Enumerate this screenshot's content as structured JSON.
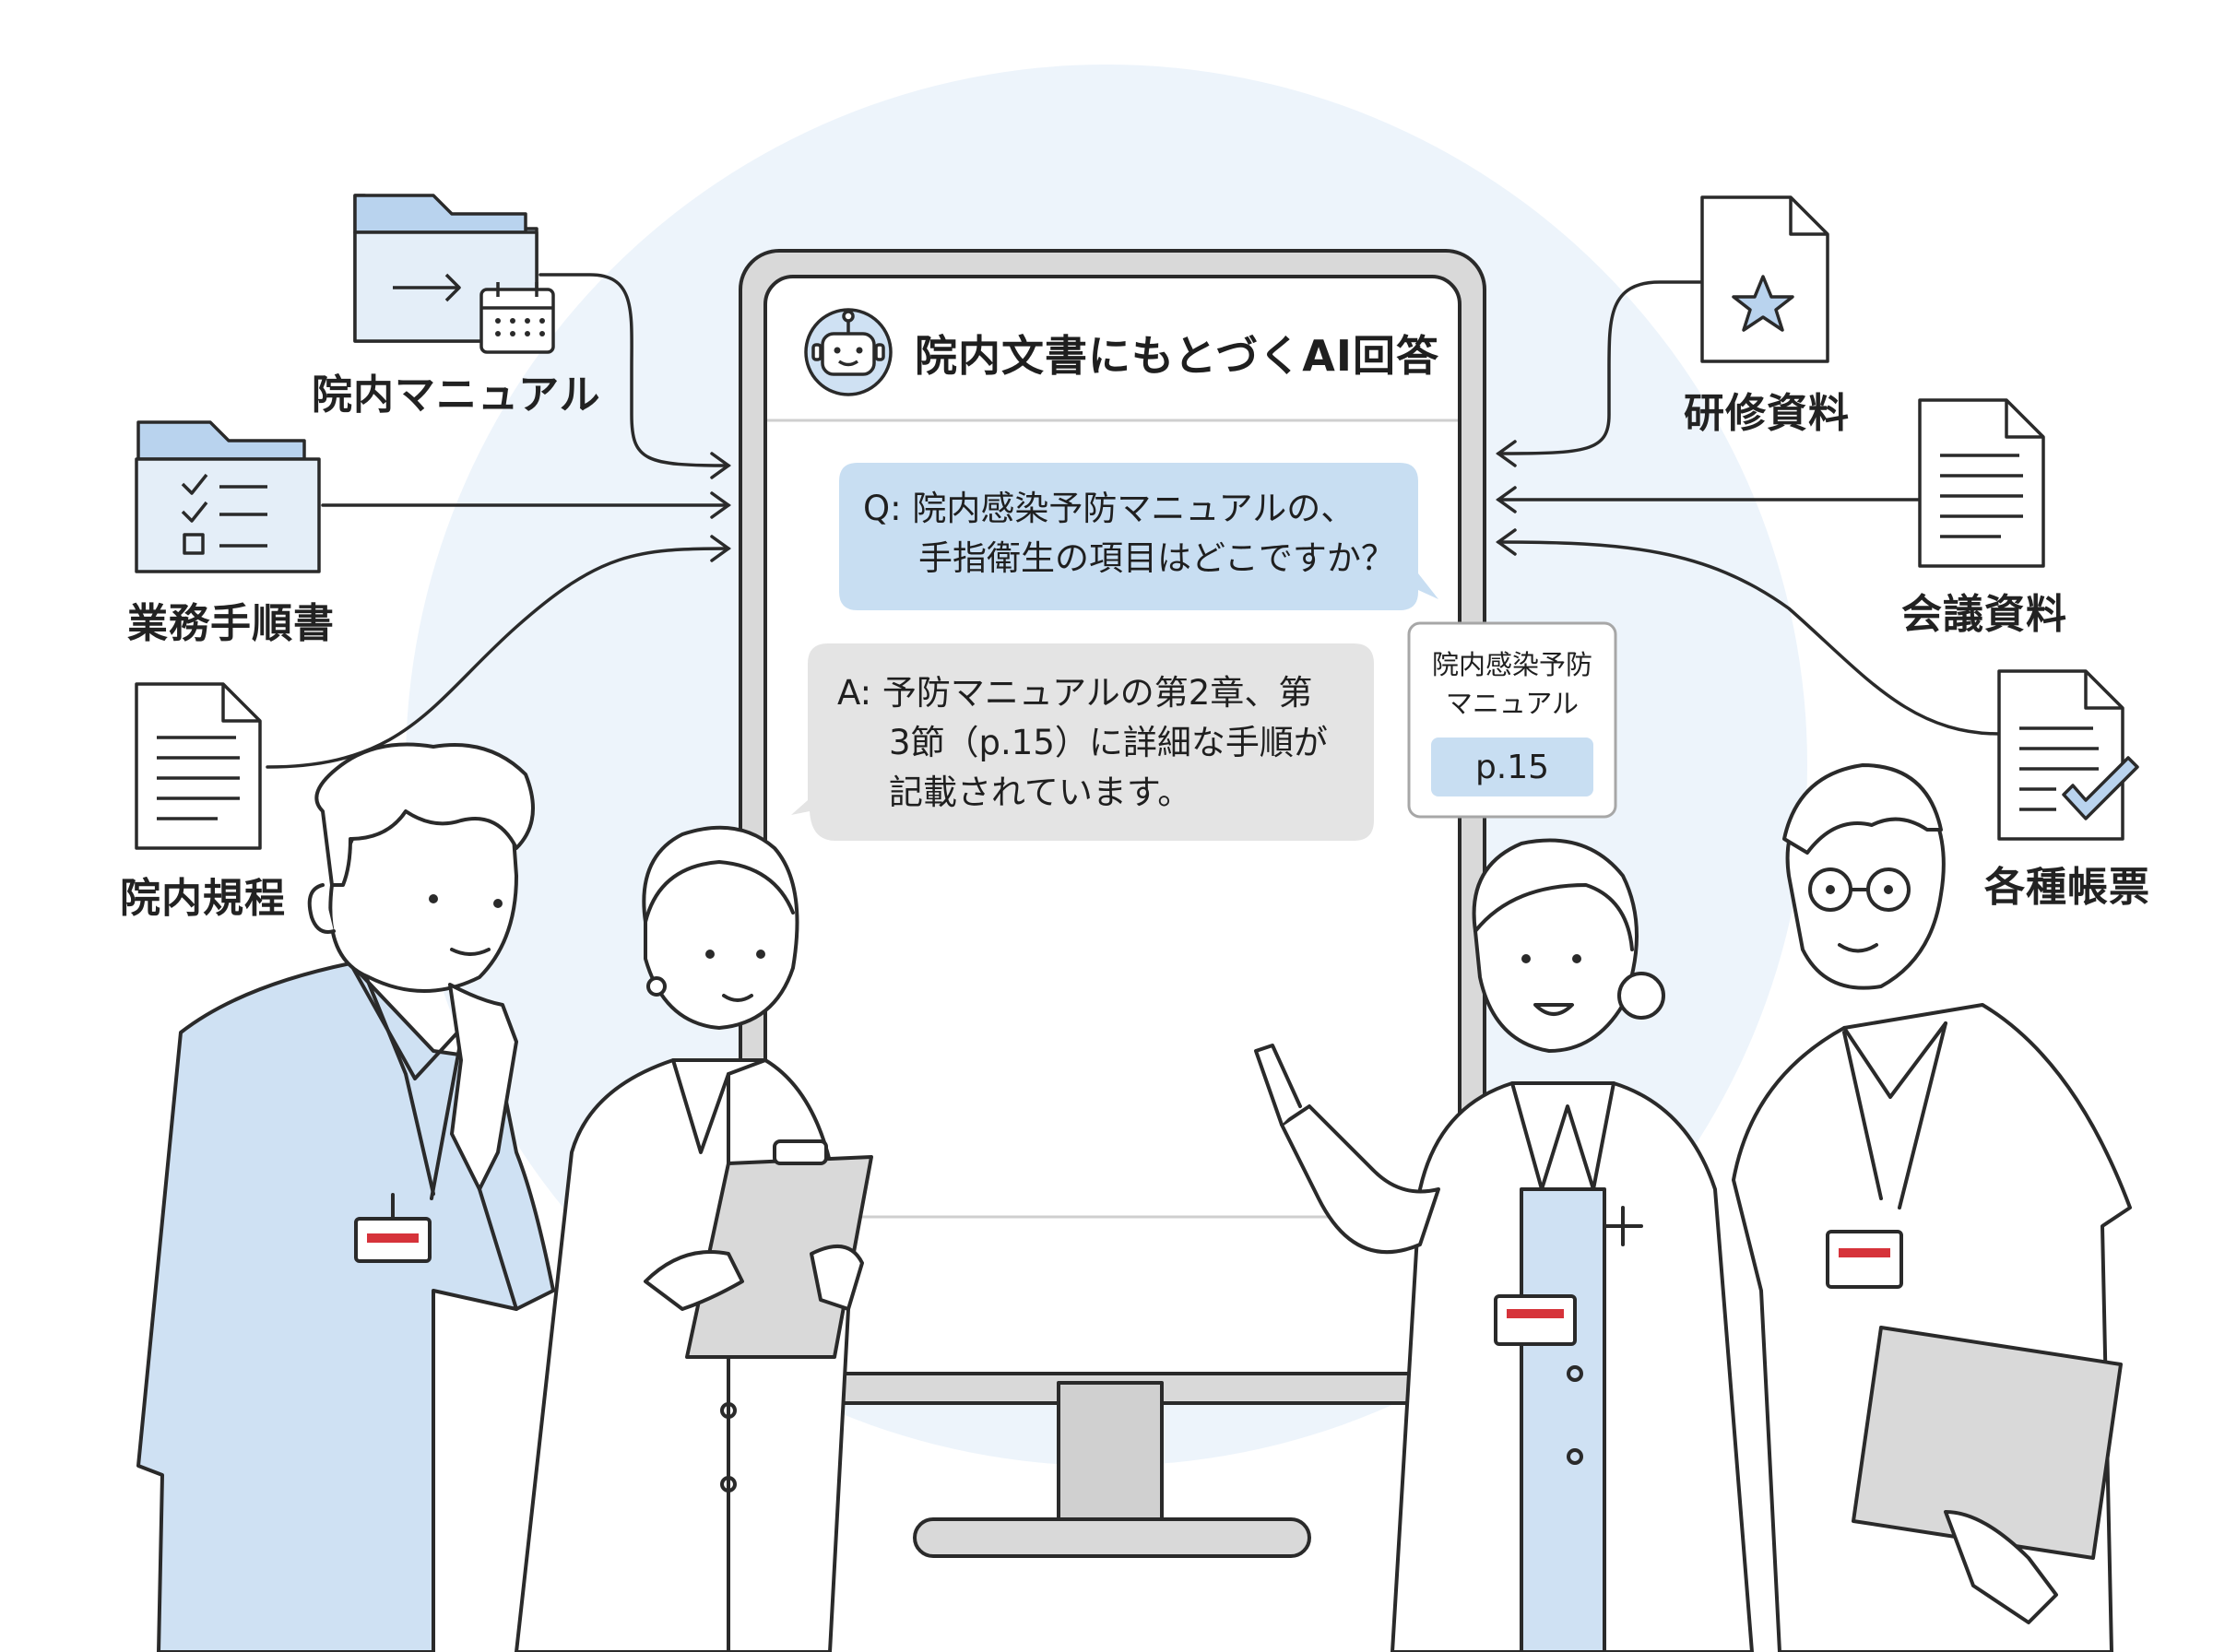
{
  "colors": {
    "accent_light": "#cfe1f3",
    "accent_mid": "#b9d3ee",
    "halo": "#eaf2fa",
    "line": "#2a2a2a",
    "gray_bubble": "#e4e4e4",
    "badge_red": "#d6333a"
  },
  "chat": {
    "title": "院内文書にもとづくAI回答",
    "question_line1": "Q: 院内感染予防マニュアルの、",
    "question_line2": "手指衛生の項目はどこですか？",
    "answer_line1": "A: 予防マニュアルの第2章、第",
    "answer_line2": "3節（p.15）に詳細な手順が",
    "answer_line3": "記載されています。",
    "bot_icon": "robot-icon"
  },
  "citation": {
    "title_line1": "院内感染予防",
    "title_line2": "マニュアル",
    "page": "p.15"
  },
  "sources_left": [
    {
      "label": "院内マニュアル",
      "icon": "folder-calendar-icon"
    },
    {
      "label": "業務手順書",
      "icon": "folder-checklist-icon"
    },
    {
      "label": "院内規程",
      "icon": "document-icon"
    }
  ],
  "sources_right": [
    {
      "label": "研修資料",
      "icon": "document-star-icon"
    },
    {
      "label": "会議資料",
      "icon": "document-icon"
    },
    {
      "label": "各種帳票",
      "icon": "document-check-icon"
    }
  ]
}
